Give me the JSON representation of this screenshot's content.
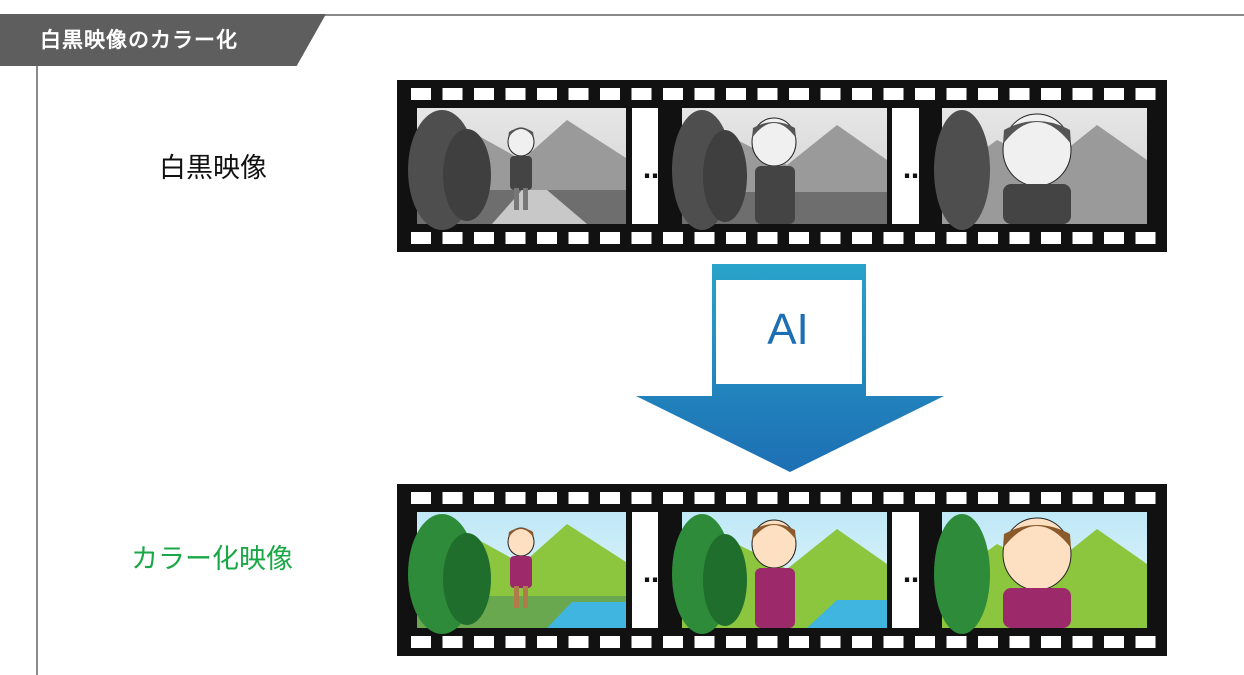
{
  "section": {
    "title": "白黒映像のカラー化"
  },
  "rows": {
    "bw_label": "白黒映像",
    "color_label": "カラー化映像"
  },
  "ai": {
    "label": "AI"
  },
  "film": {
    "ellipsis": "…",
    "frames_per_strip": 3
  },
  "colors": {
    "section_tab": "#5e5e5e",
    "color_label": "#19a845",
    "ai_text": "#1d6fb4",
    "arrow_top": "#29a3c9",
    "arrow_bottom": "#1d6fb4",
    "film_base": "#111111"
  }
}
